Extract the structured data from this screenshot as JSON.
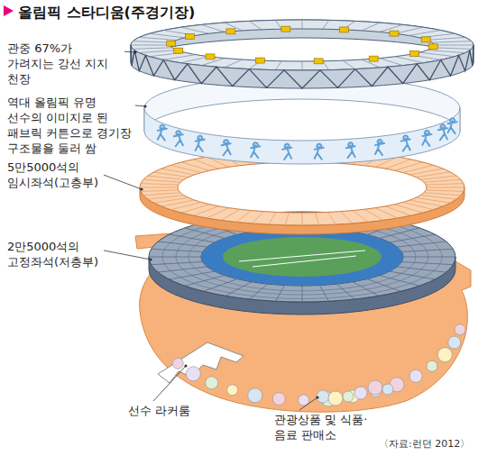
{
  "diagram": {
    "title": "올림픽 스타디움(주경기장)",
    "caption": "〈자료:런던 2012〉",
    "labels": [
      "관중 67%가 가려지는 강선 지지 천장",
      "역대 올림픽 유명 선수의 이미지로 된 패브릭 커튼으로 경기장 구조물을 둘러 쌈",
      "5만5000석의 임시좌석(고층부)",
      "2만5000석의 고정좌석(저층부)",
      "선수 라커룸",
      "관광상품 및 식품·음료 판매소"
    ]
  }
}
